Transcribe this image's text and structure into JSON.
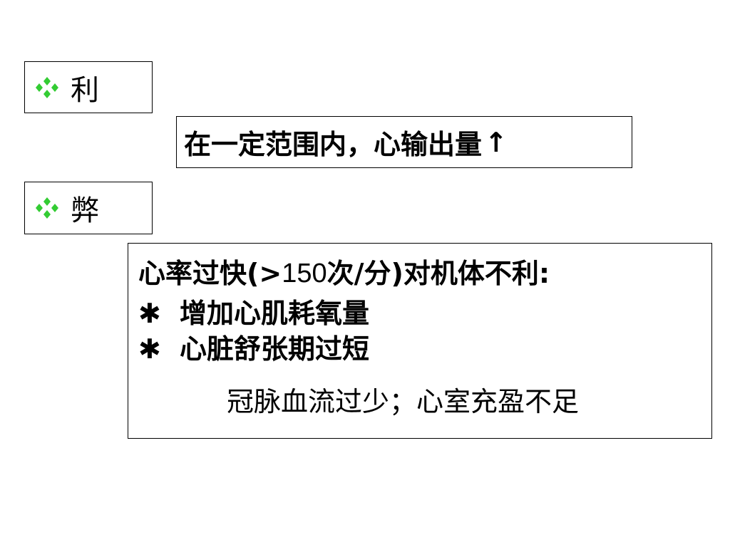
{
  "pros": {
    "label": "利",
    "description": "在一定范围内，心输出量",
    "arrow": "↑"
  },
  "cons": {
    "label": "弊",
    "heading_prefix": "心率过快(>",
    "heading_number": "150",
    "heading_suffix": "次/分)对机体不利:",
    "bullets": [
      "增加心肌耗氧量",
      "心脏舒张期过短"
    ],
    "sub_note": "冠脉血流过少；心室充盈不足"
  },
  "colors": {
    "diamond": "#33cc33",
    "border": "#000000"
  }
}
